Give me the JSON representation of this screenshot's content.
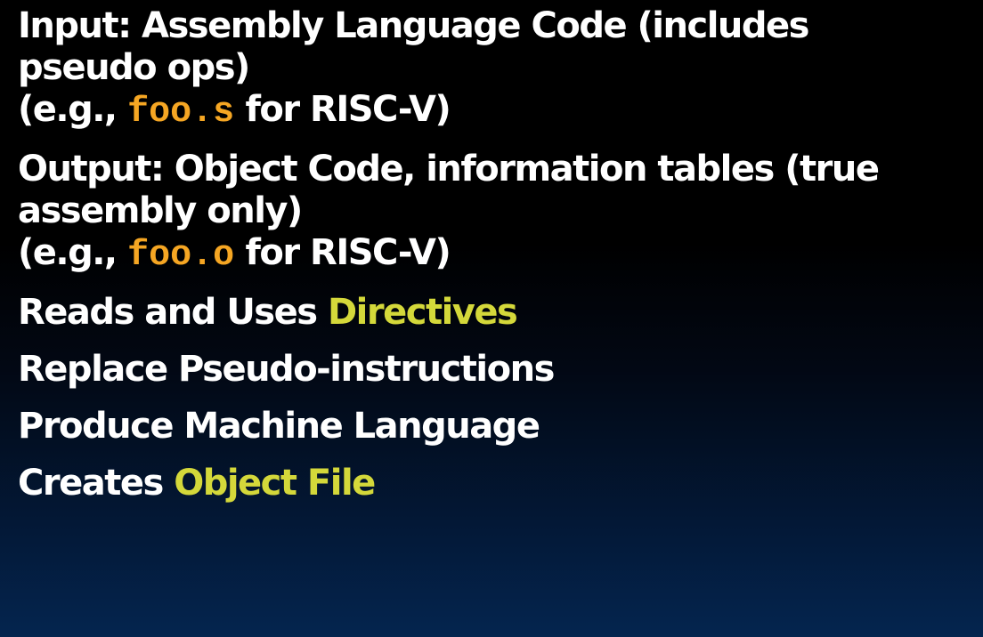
{
  "colors": {
    "text": "#ffffff",
    "code": "#f5a623",
    "highlight": "#d4d83a",
    "background_top": "#000000",
    "background_bottom": "#04254f"
  },
  "items": [
    {
      "line1": "Input: Assembly Language Code (includes",
      "line2": "pseudo ops)",
      "line3_prefix": "(e.g., ",
      "line3_code": "foo.s",
      "line3_suffix": " for RISC-V)"
    },
    {
      "line1": "Output: Object Code, information tables (true",
      "line2": "assembly only)",
      "line3_prefix": "(e.g., ",
      "line3_code": "foo.o",
      "line3_suffix": " for RISC-V)"
    },
    {
      "prefix": "Reads and Uses ",
      "highlight": "Directives"
    },
    {
      "text": "Replace Pseudo-instructions"
    },
    {
      "text": "Produce Machine Language"
    },
    {
      "prefix": "Creates ",
      "highlight": "Object File"
    }
  ]
}
